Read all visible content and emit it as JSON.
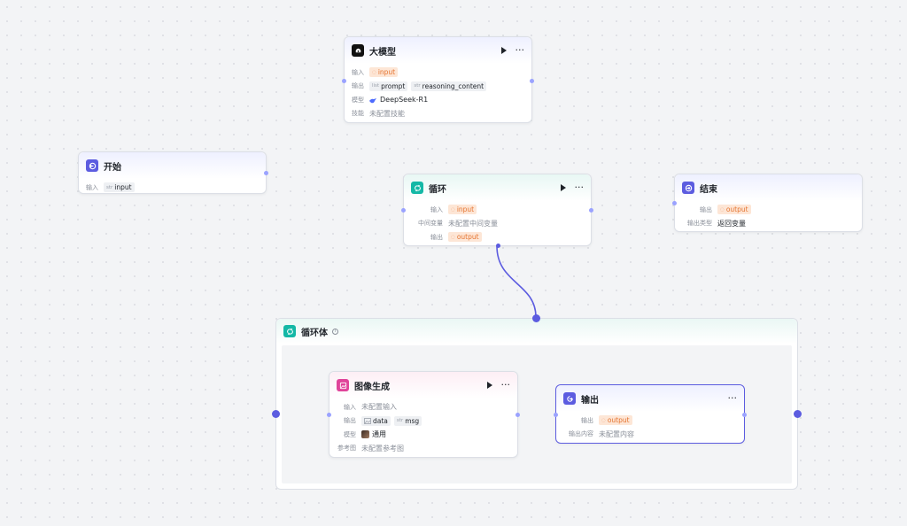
{
  "llm_node": {
    "title": "大模型",
    "input_label": "输入",
    "input_tag": "input",
    "output_label": "输出",
    "output_tag1_prefix": "list",
    "output_tag1": "prompt",
    "output_tag2_prefix": "str",
    "output_tag2": "reasoning_content",
    "model_label": "模型",
    "model_value": "DeepSeek-R1",
    "skill_label": "技能",
    "skill_value": "未配置技能"
  },
  "start_node": {
    "title": "开始",
    "input_label": "输入",
    "input_tag_prefix": "str",
    "input_tag": "input"
  },
  "loop_node": {
    "title": "循环",
    "input_label": "输入",
    "input_tag": "input",
    "mid_label": "中间变量",
    "mid_value": "未配置中间变量",
    "output_label": "输出",
    "output_tag": "output"
  },
  "end_node": {
    "title": "结束",
    "output_label": "输出",
    "output_tag": "output",
    "type_label": "输出类型",
    "type_value": "返回变量"
  },
  "loop_body": {
    "title": "循环体",
    "info_glyph": "i"
  },
  "image_node": {
    "title": "图像生成",
    "input_label": "输入",
    "input_value": "未配置输入",
    "output_label": "输出",
    "output_tag1": "data",
    "output_tag2_prefix": "str",
    "output_tag2": "msg",
    "model_label": "模型",
    "model_value": "通用",
    "ref_label": "参考图",
    "ref_value": "未配置参考图"
  },
  "output_node": {
    "title": "输出",
    "output_label": "输出",
    "output_tag": "output",
    "content_label": "输出内容",
    "content_value": "未配置内容"
  },
  "colors": {
    "accent": "#5c5ce0",
    "teal": "#14b8a6",
    "pink": "#e0449a",
    "tag_orange": "#e5732f"
  }
}
